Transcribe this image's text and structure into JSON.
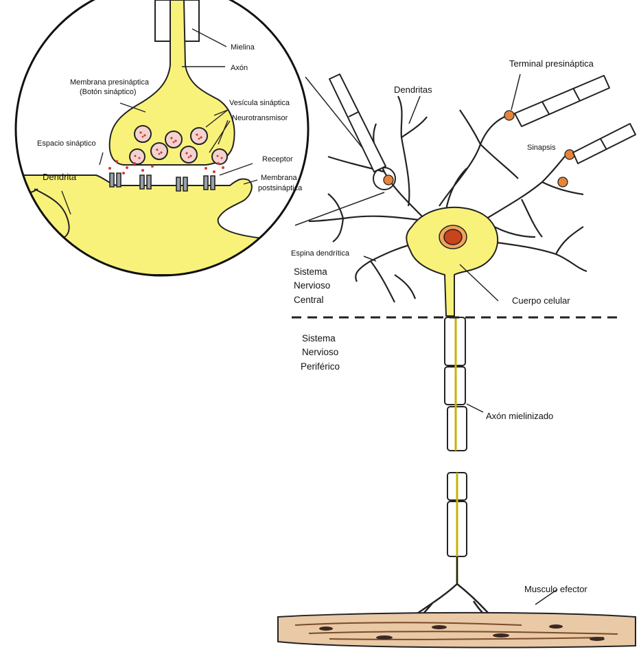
{
  "labels": {
    "mielina": "Mielina",
    "axon": "Axón",
    "membrana_presinaptica_1": "Membrana presináptica",
    "membrana_presinaptica_2": "(Botón sináptico)",
    "vesicula_sinaptica": "Vesícula sináptica",
    "neurotransmisor": "Neurotransmisor",
    "espacio_sinaptico": "Espacio  sináptico",
    "receptor": "Receptor",
    "membrana_postsinaptica_1": "Membrana",
    "membrana_postsinaptica_2": "postsináptica",
    "dendrita": "Dendrita",
    "terminal_presinaptica": "Terminal presináptica",
    "dendritas": "Dendritas",
    "sinapsis": "Sinapsis",
    "espina_dendritica": "Espina dendrítica",
    "snc_1": "Sistema",
    "snc_2": "Nervioso",
    "snc_3": "Central",
    "snp_1": "Sistema",
    "snp_2": "Nervioso",
    "snp_3": "Periférico",
    "cuerpo_celular": "Cuerpo celular",
    "axon_mielinizado": "Axón mielinizado",
    "musculo_efector": "Musculo efector"
  },
  "colors": {
    "cytoplasm": "#f8f27a",
    "nucleus": "#c9441c",
    "nucleus_halo": "#f0a35a",
    "synapse_bulb": "#e8843a",
    "vesicle": "#f3d3cf",
    "vesicle_dot": "#d23a3a",
    "muscle": "#e9c9a6",
    "outline": "#222222"
  }
}
